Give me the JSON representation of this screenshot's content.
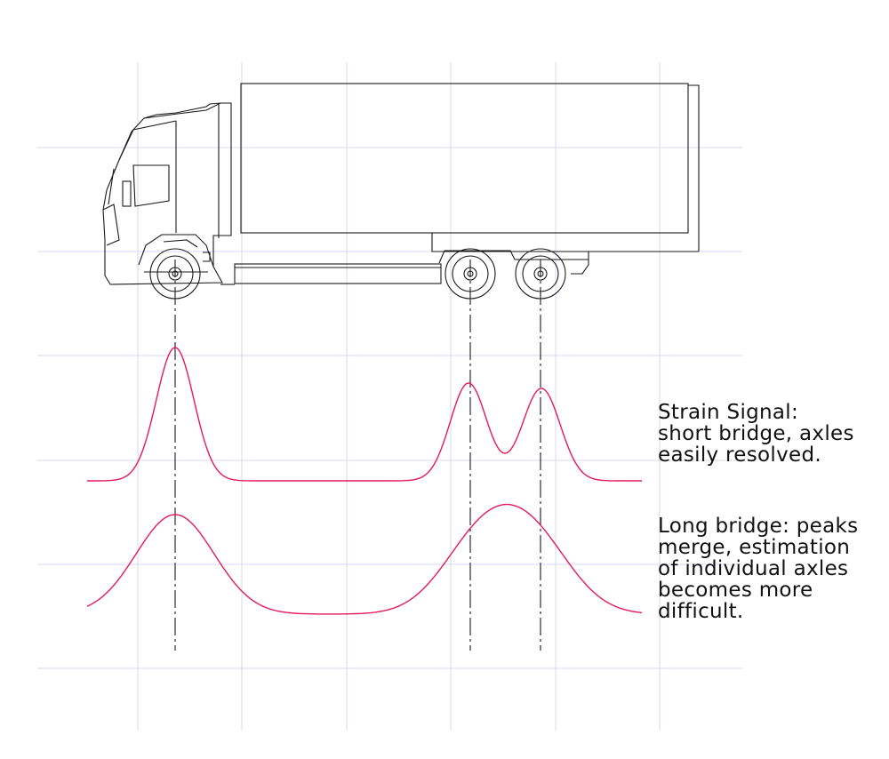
{
  "captions": {
    "short_bridge": [
      "Strain Signal:",
      "short bridge, axles",
      "easily resolved."
    ],
    "long_bridge": [
      "Long bridge: peaks",
      "merge, estimation",
      "of individual axles",
      "becomes more",
      "difficult."
    ]
  },
  "colors": {
    "signal": "#e6195a",
    "grid": "#d9d9f2",
    "ink": "#1a1a1a"
  }
}
